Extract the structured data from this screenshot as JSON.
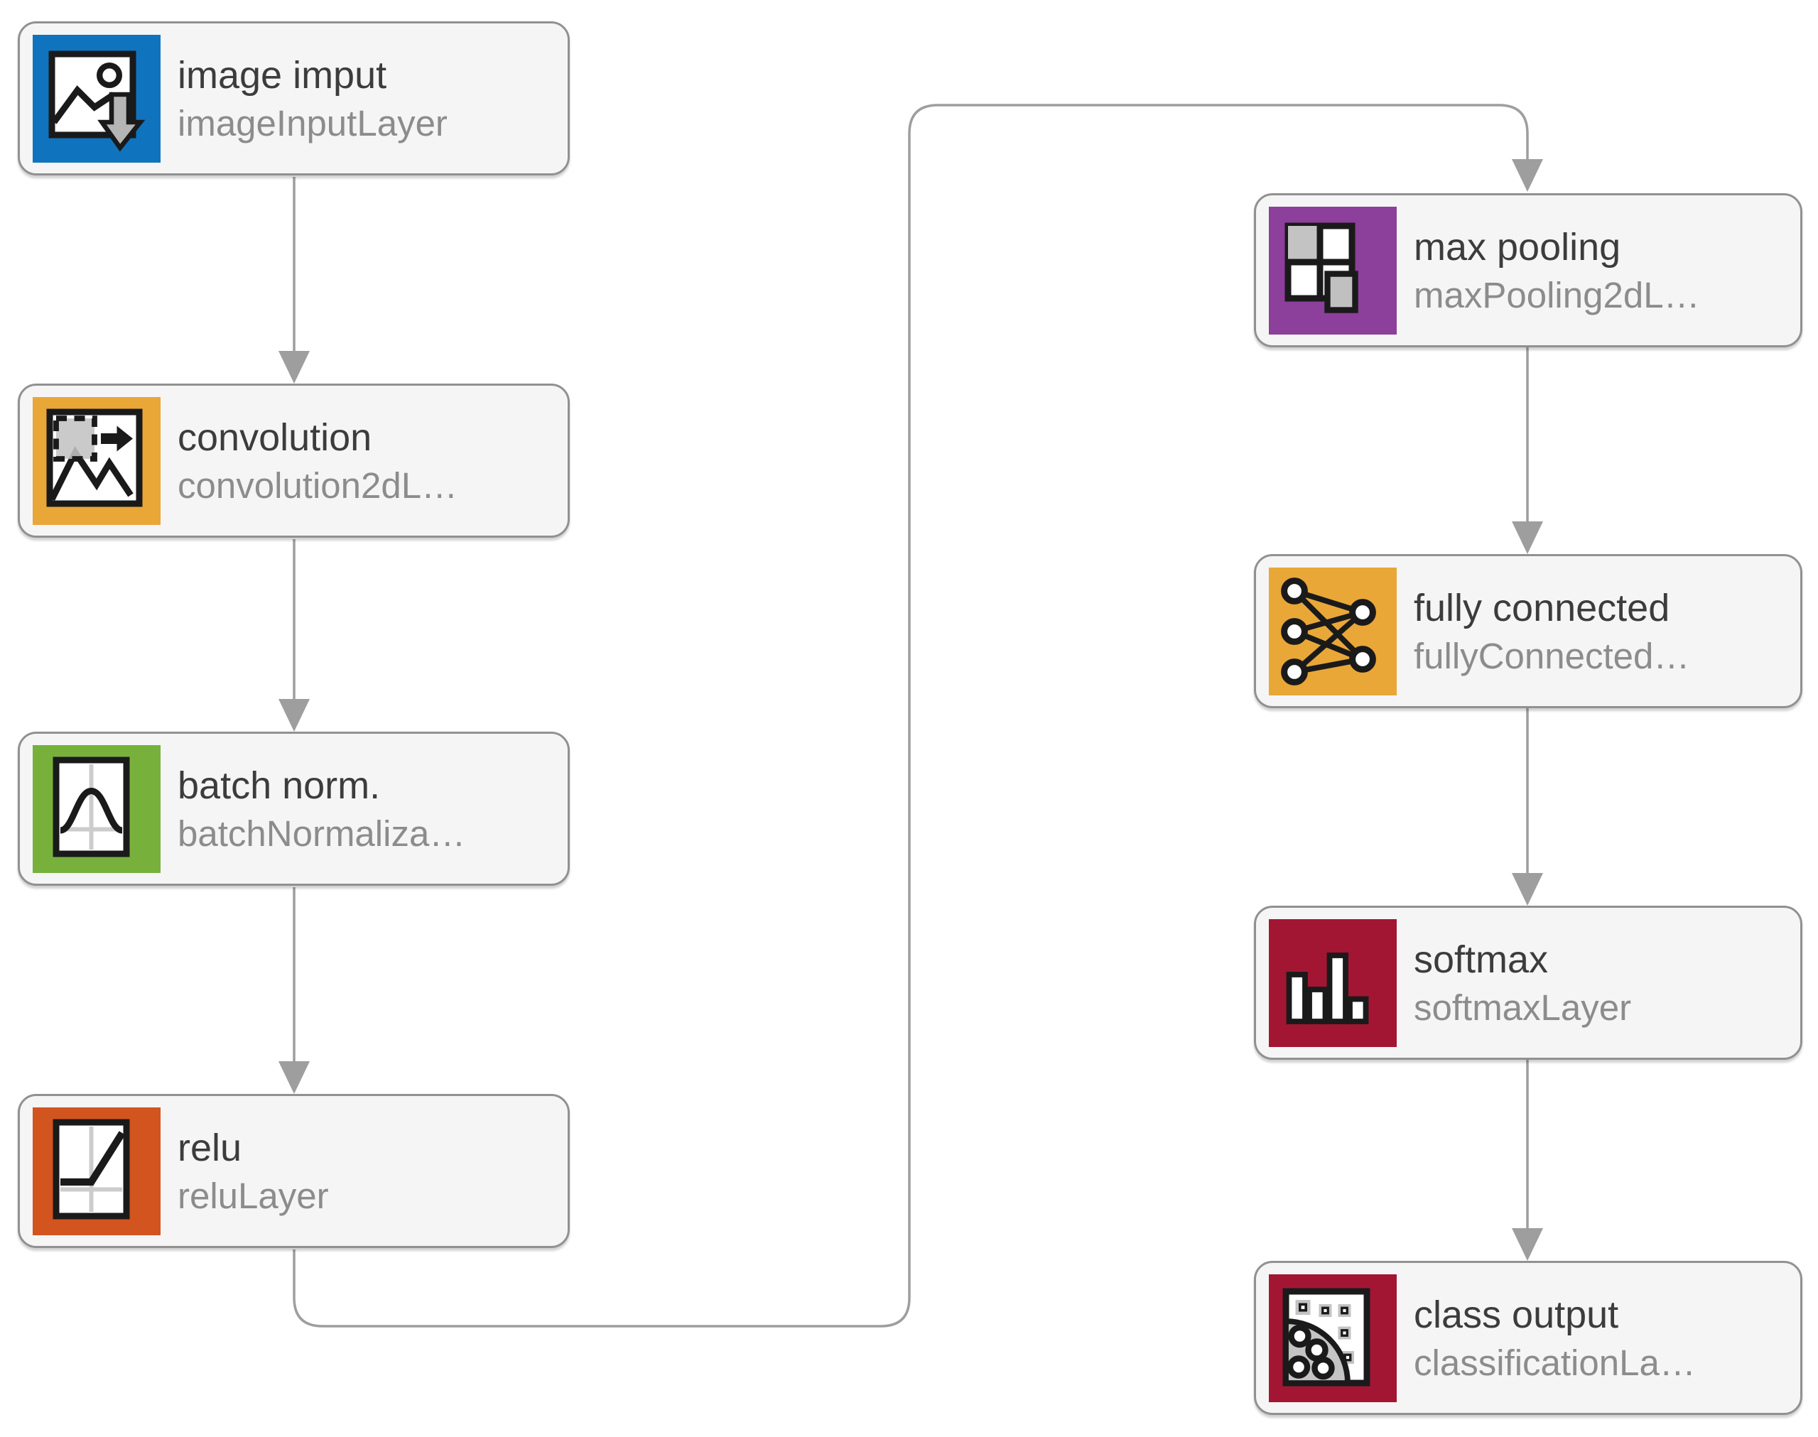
{
  "diagram": {
    "background_color": "#ffffff",
    "node_background_color": "#f5f5f5",
    "node_border_color": "#919191",
    "title_color": "#3c3c3c",
    "subtitle_color": "#8c8c8c",
    "connector_color": "#9e9e9e",
    "nodes": [
      {
        "id": "image-input",
        "title": "image imput",
        "subtitle": "imageInputLayer",
        "icon": "image-input-icon",
        "icon_color": "#0f74bd"
      },
      {
        "id": "convolution",
        "title": "convolution",
        "subtitle": "convolution2dL…",
        "icon": "convolution-icon",
        "icon_color": "#e9a738"
      },
      {
        "id": "batch-norm",
        "title": "batch norm.",
        "subtitle": "batchNormaliza…",
        "icon": "batch-norm-icon",
        "icon_color": "#77b13c"
      },
      {
        "id": "relu",
        "title": "relu",
        "subtitle": "reluLayer",
        "icon": "relu-icon",
        "icon_color": "#d2541e"
      },
      {
        "id": "max-pooling",
        "title": "max pooling",
        "subtitle": "maxPooling2dL…",
        "icon": "max-pooling-icon",
        "icon_color": "#8c3f9b"
      },
      {
        "id": "fully-connected",
        "title": "fully connected",
        "subtitle": "fullyConnected…",
        "icon": "fully-connected-icon",
        "icon_color": "#e9a738"
      },
      {
        "id": "softmax",
        "title": "softmax",
        "subtitle": "softmaxLayer",
        "icon": "softmax-icon",
        "icon_color": "#a21634"
      },
      {
        "id": "class-output",
        "title": "class output",
        "subtitle": "classificationLa…",
        "icon": "class-output-icon",
        "icon_color": "#a21634"
      }
    ],
    "edges": [
      {
        "from": "image-input",
        "to": "convolution"
      },
      {
        "from": "convolution",
        "to": "batch-norm"
      },
      {
        "from": "batch-norm",
        "to": "relu"
      },
      {
        "from": "relu",
        "to": "max-pooling"
      },
      {
        "from": "max-pooling",
        "to": "fully-connected"
      },
      {
        "from": "fully-connected",
        "to": "softmax"
      },
      {
        "from": "softmax",
        "to": "class-output"
      }
    ]
  }
}
